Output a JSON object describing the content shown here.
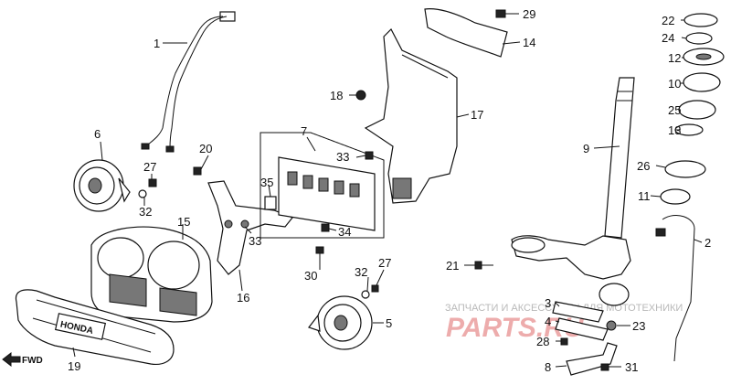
{
  "callouts": {
    "c1": "1",
    "c2": "2",
    "c3": "3",
    "c4": "4",
    "c5": "5",
    "c6": "6",
    "c7": "7",
    "c8": "8",
    "c9": "9",
    "c10": "10",
    "c11": "11",
    "c12": "12",
    "c13": "13",
    "c14": "14",
    "c15": "15",
    "c16": "16",
    "c17": "17",
    "c18": "18",
    "c19": "19",
    "c20": "20",
    "c21": "21",
    "c22": "22",
    "c23": "23",
    "c24": "24",
    "c25": "25",
    "c26": "26",
    "c27a": "27",
    "c27b": "27",
    "c28": "28",
    "c29": "29",
    "c30": "30",
    "c31": "31",
    "c32a": "32",
    "c32b": "32",
    "c33a": "33",
    "c33b": "33",
    "c34": "34",
    "c35": "35"
  },
  "fwd_label": "FWD",
  "cover_logo": "HONDA",
  "watermark": {
    "line1": "ЗАПЧАСТИ И АКСЕССУАРЫ ДЛЯ МОТОТЕХНИКИ",
    "line2": "PARTS.RU"
  }
}
